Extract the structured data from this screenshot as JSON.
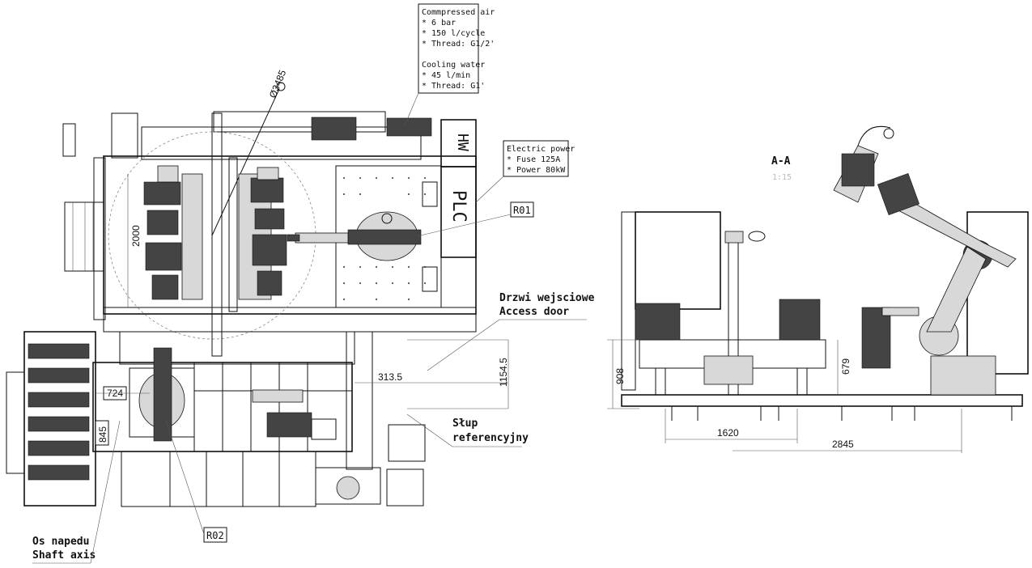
{
  "utilities": {
    "air_title": "Commpressed air",
    "air_lines": [
      "* 6 bar",
      "* 150 l/cycle",
      "* Thread: G1/2'"
    ],
    "water_title": "Cooling water",
    "water_lines": [
      "* 45 l/min",
      "* Thread: G1'"
    ],
    "electric_title": "Electric power",
    "electric_lines": [
      "* Fuse 125A",
      "* Power 80kW"
    ]
  },
  "plan": {
    "circle_dim": "Ø3485",
    "dim_2000": "2000",
    "dim_313": "313.5",
    "dim_1154": "1154.5",
    "dim_724": "724",
    "dim_845": "845",
    "cabinet_hw": "HW",
    "cabinet_plc": "PLC",
    "robot_1": "R01",
    "robot_2": "R02",
    "access_door_pl": "Drzwi wejsciowe",
    "access_door_en": "Access door",
    "ref_column_pl": "Słup",
    "ref_column_en": "referencyjny",
    "shaft_pl": "Os napedu",
    "shaft_en": "Shaft axis"
  },
  "section": {
    "title": "A-A",
    "scale": "1:15",
    "dim_908": "908",
    "dim_679": "679",
    "dim_1620": "1620",
    "dim_2845": "2845"
  }
}
